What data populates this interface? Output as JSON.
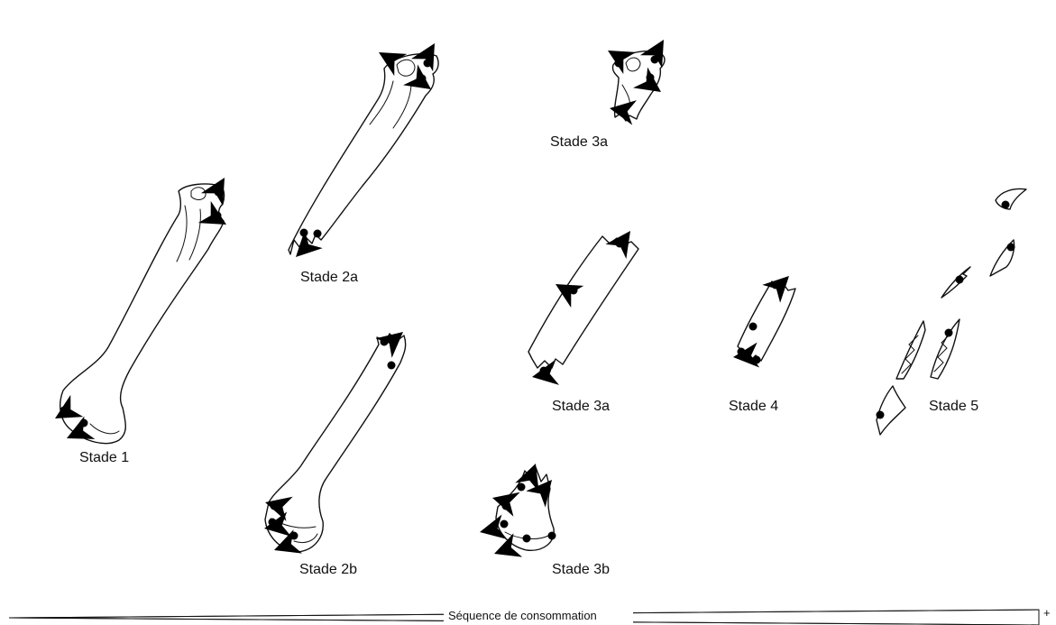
{
  "stages": [
    {
      "id": "stade-1",
      "label": "Stade 1"
    },
    {
      "id": "stade-2a",
      "label": "Stade 2a"
    },
    {
      "id": "stade-2b",
      "label": "Stade 2b"
    },
    {
      "id": "stade-3a",
      "label": "Stade 3a"
    },
    {
      "id": "stade-3",
      "label": "Stade 3"
    },
    {
      "id": "stade-3b",
      "label": "Stade 3b"
    },
    {
      "id": "stade-4",
      "label": "Stade 4"
    },
    {
      "id": "stade-5",
      "label": "Stade 5"
    }
  ],
  "axis": {
    "label": "Séquence de consommation",
    "end_marker": "+"
  },
  "colors": {
    "ink": "#111111",
    "background": "#ffffff"
  }
}
